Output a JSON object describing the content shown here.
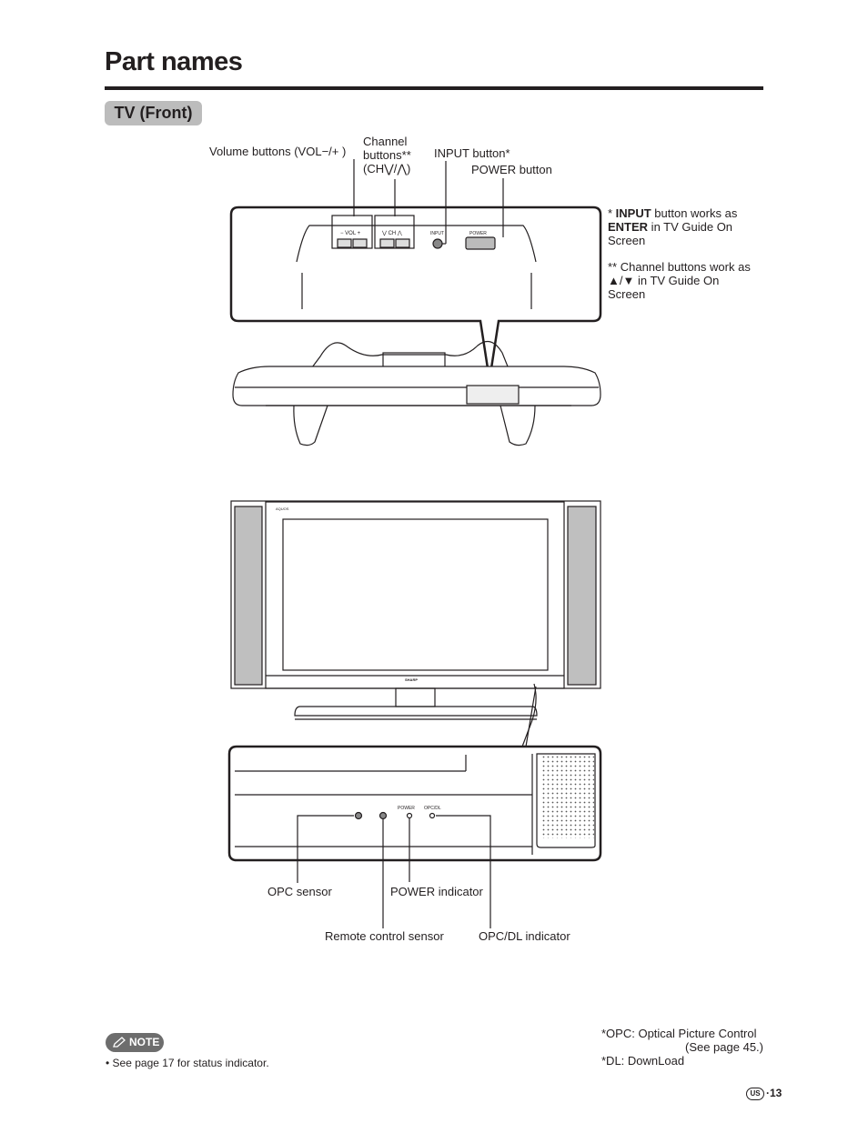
{
  "page": {
    "title": "Part names",
    "section": "TV (Front)",
    "page_number": "13",
    "region_badge": "US"
  },
  "top_callouts": {
    "volume": "Volume buttons (VOL−/+ )",
    "channel_l1": "Channel",
    "channel_l2": "buttons**",
    "channel_l3": "(CH⋁/⋀)",
    "input": "INPUT button*",
    "power": "POWER button"
  },
  "panel_labels": {
    "vol": "−  VOL  +",
    "ch": "⋁  CH  ⋀",
    "input": "INPUT",
    "power": "POWER",
    "brand": "AQUOS",
    "maker": "SHARP",
    "power_small": "POWER",
    "opc_small": "OPC/DL"
  },
  "side_notes": {
    "n1_a": "* ",
    "n1_bold1": "INPUT",
    "n1_b": " button works as",
    "n1_bold2": "ENTER",
    "n1_c": " in TV Guide On",
    "n1_d": "Screen",
    "n2_a": "** Channel buttons work as",
    "n2_b": "▲/▼ in TV Guide On",
    "n2_c": "Screen"
  },
  "bottom_callouts": {
    "opc_sensor": "OPC sensor",
    "power_indicator": "POWER indicator",
    "remote_sensor": "Remote control sensor",
    "opc_indicator": "OPC/DL indicator"
  },
  "note": {
    "badge": "NOTE",
    "text": "• See page 17 for status indicator."
  },
  "footnotes": {
    "line1": "*OPC: Optical Picture Control",
    "line2": "(See page 45.)",
    "line3": "*DL: DownLoad"
  }
}
